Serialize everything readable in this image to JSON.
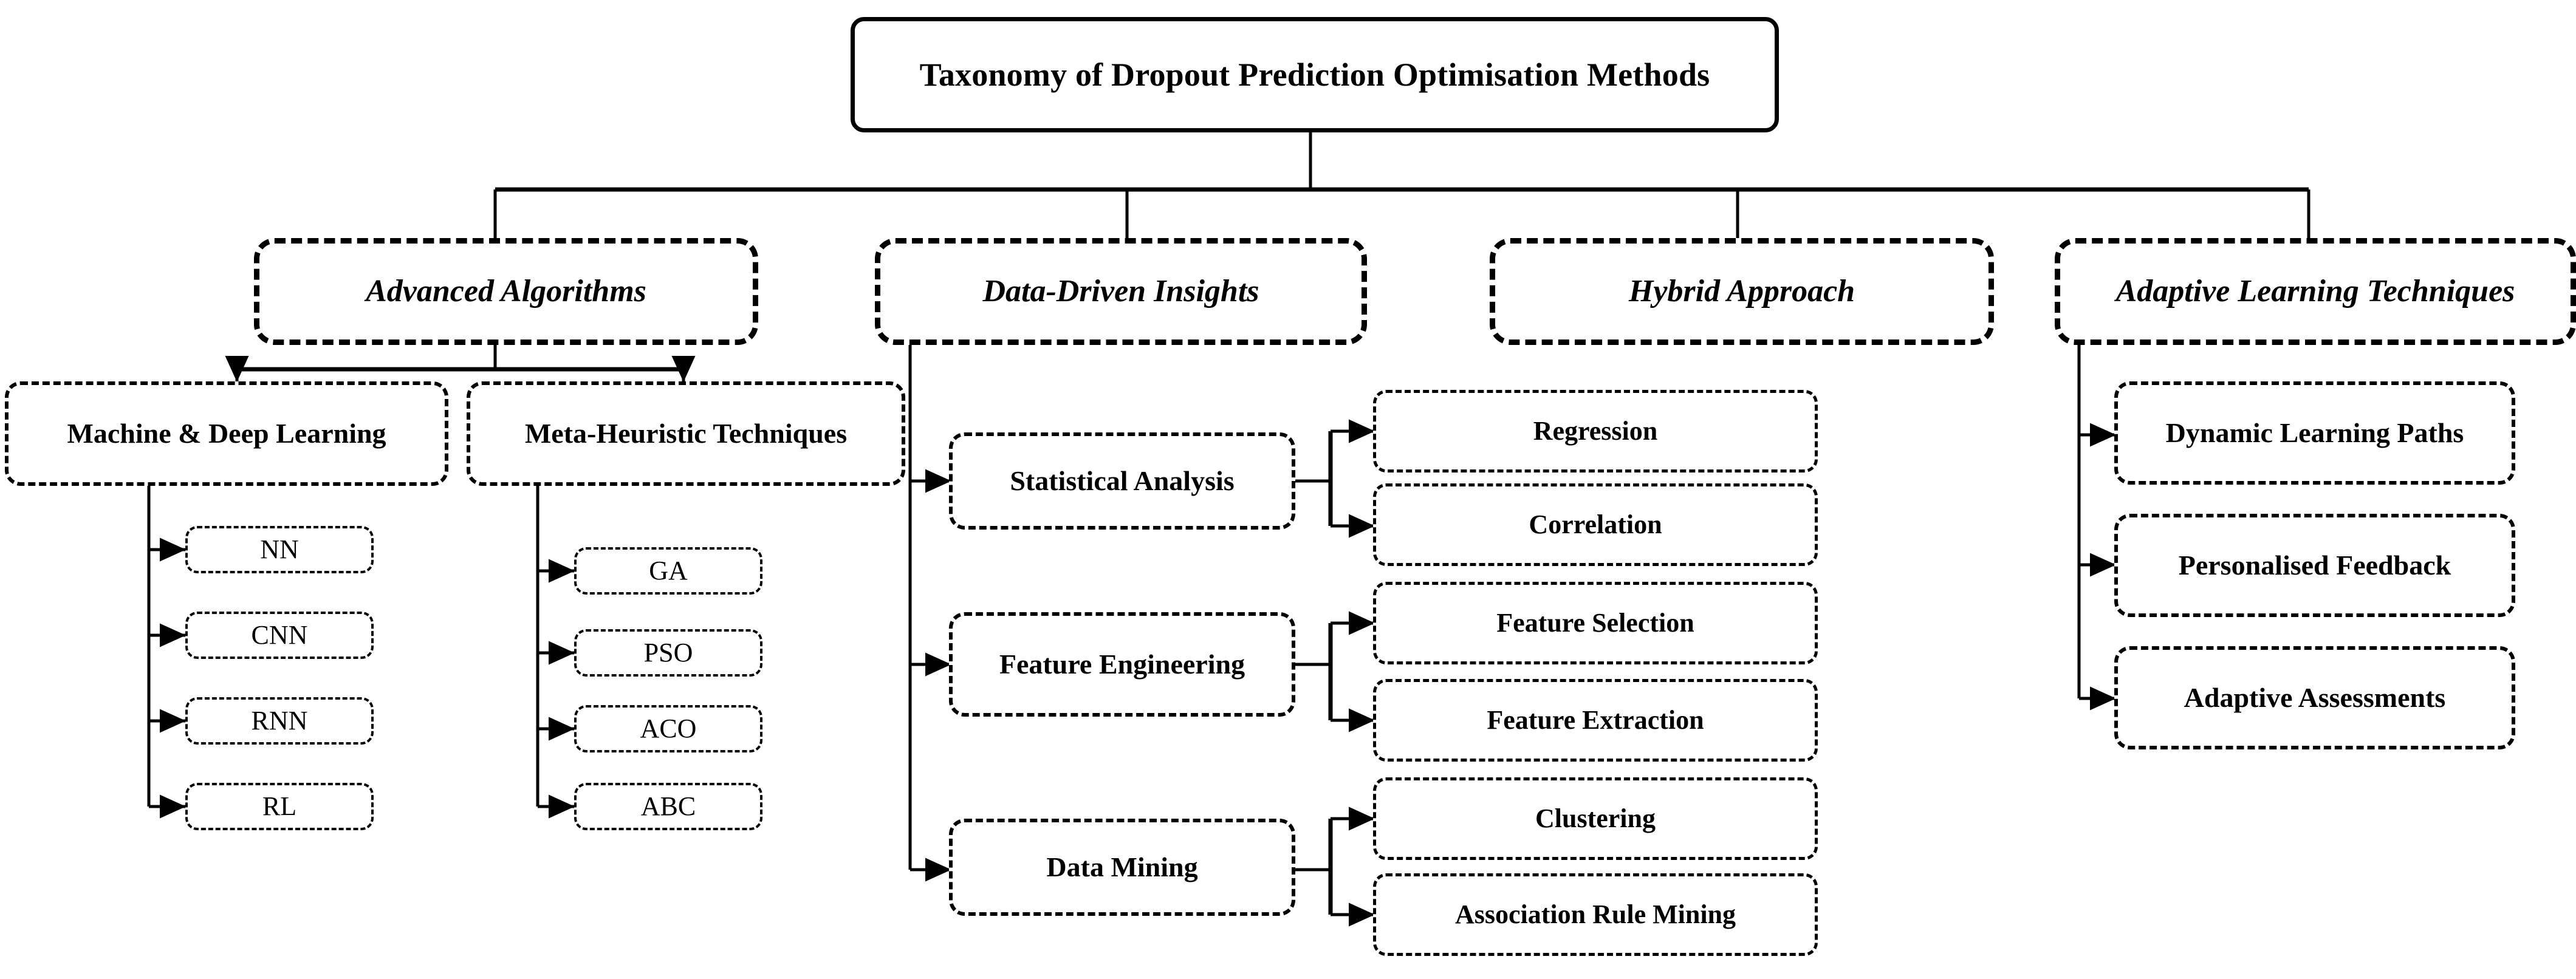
{
  "diagram": {
    "title": "Taxonomy of Dropout Prediction Optimisation Methods",
    "type": "taxonomy-tree",
    "root": {
      "label": "Taxonomy of Dropout Prediction Optimisation Methods"
    },
    "branches": [
      {
        "label": "Advanced Algorithms",
        "children": [
          {
            "label": "Machine & Deep Learning",
            "leaves": [
              {
                "label": "NN"
              },
              {
                "label": "CNN"
              },
              {
                "label": "RNN"
              },
              {
                "label": "RL"
              }
            ]
          },
          {
            "label": "Meta-Heuristic Techniques",
            "leaves": [
              {
                "label": "GA"
              },
              {
                "label": "PSO"
              },
              {
                "label": "ACO"
              },
              {
                "label": "ABC"
              }
            ]
          }
        ]
      },
      {
        "label": "Data-Driven Insights",
        "children": [
          {
            "label": "Statistical Analysis",
            "leaves": [
              {
                "label": "Regression"
              },
              {
                "label": "Correlation"
              }
            ]
          },
          {
            "label": "Feature Engineering",
            "leaves": [
              {
                "label": "Feature Selection"
              },
              {
                "label": "Feature Extraction"
              }
            ]
          },
          {
            "label": "Data Mining",
            "leaves": [
              {
                "label": "Clustering"
              },
              {
                "label": "Association Rule Mining"
              }
            ]
          }
        ]
      },
      {
        "label": "Hybrid Approach",
        "children": []
      },
      {
        "label": "Adaptive Learning Techniques",
        "children": [
          {
            "label": "Dynamic Learning Paths"
          },
          {
            "label": "Personalised Feedback"
          },
          {
            "label": "Adaptive Assessments"
          }
        ]
      }
    ],
    "colors": {
      "line": "#000000",
      "background": "#ffffff",
      "text": "#000000"
    }
  }
}
